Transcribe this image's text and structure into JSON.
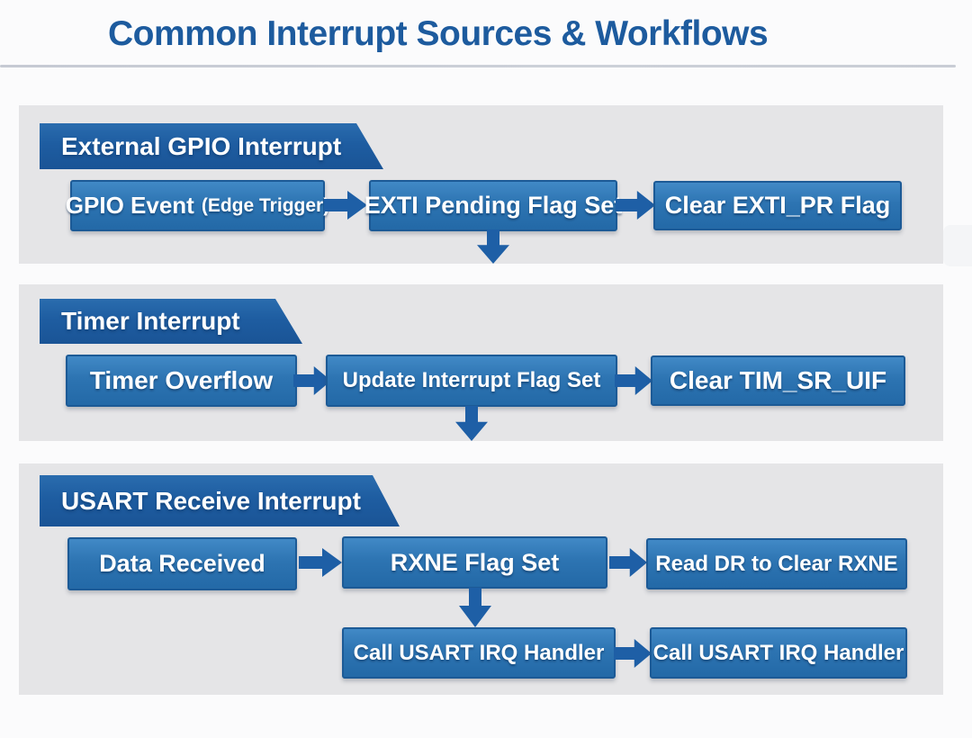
{
  "title": "Common Interrupt Sources & Workflows",
  "sections": [
    {
      "header": "External GPIO Interrupt",
      "boxes": [
        {
          "label": "GPIO Event",
          "suffix": "(Edge Trigger)"
        },
        {
          "label": "EXTI Pending Flag Set"
        },
        {
          "label": "Clear EXTI_PR Flag"
        }
      ]
    },
    {
      "header": "Timer Interrupt",
      "boxes": [
        {
          "label": "Timer Overflow"
        },
        {
          "label": "Update Interrupt Flag Set"
        },
        {
          "label": "Clear TIM_SR_UIF"
        }
      ]
    },
    {
      "header": "USART Receive Interrupt",
      "boxes": [
        {
          "label": "Data Received"
        },
        {
          "label": "RXNE Flag Set"
        },
        {
          "label": "Read DR to Clear RXNE"
        },
        {
          "label": "Call USART IRQ Handler"
        },
        {
          "label": "Call USART IRQ Handler"
        }
      ]
    }
  ],
  "colors": {
    "title_text": "#1d5b9e",
    "banner_blue": "#1e5da1",
    "box_blue": "#2d74b2",
    "box_border": "#1c5a96",
    "arrow_blue": "#1e5fa6",
    "panel_gray": "#e5e5e7",
    "divider_gray": "#c9cdd5",
    "page_background": "#fbfbfc",
    "box_text": "#ffffff"
  }
}
